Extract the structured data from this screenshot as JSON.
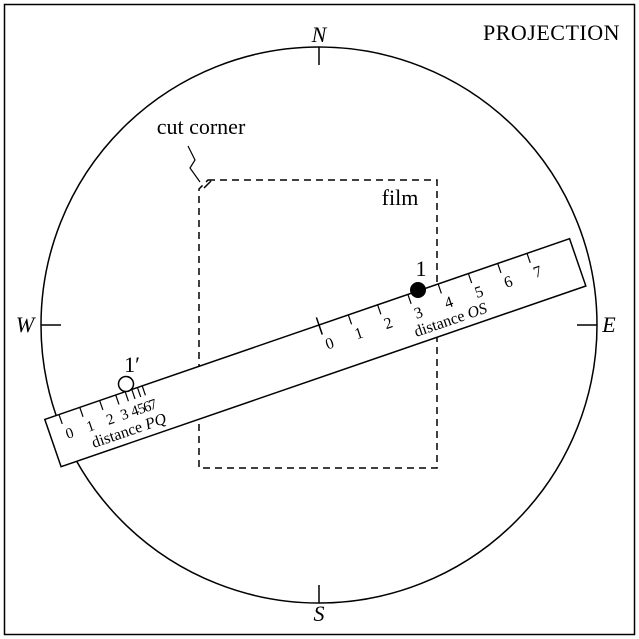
{
  "title": "PROJECTION",
  "compass": {
    "north": "N",
    "south": "S",
    "west": "W",
    "east": "E"
  },
  "cut_corner_label": "cut corner",
  "film_label": "film",
  "spot_label": "1",
  "spot_projection_label": "1′",
  "ruler_os": {
    "ticks": [
      "0",
      "1",
      "2",
      "3",
      "4",
      "5",
      "6",
      "7"
    ],
    "label_prefix": "distance ",
    "label_var": "OS"
  },
  "ruler_pq": {
    "ticks": [
      "0",
      "1",
      "2",
      "3",
      "4",
      "5",
      "6",
      "7"
    ],
    "label_prefix": "distance ",
    "label_var": "PQ"
  },
  "colors": {
    "ink": "#000000",
    "paper": "#ffffff"
  }
}
